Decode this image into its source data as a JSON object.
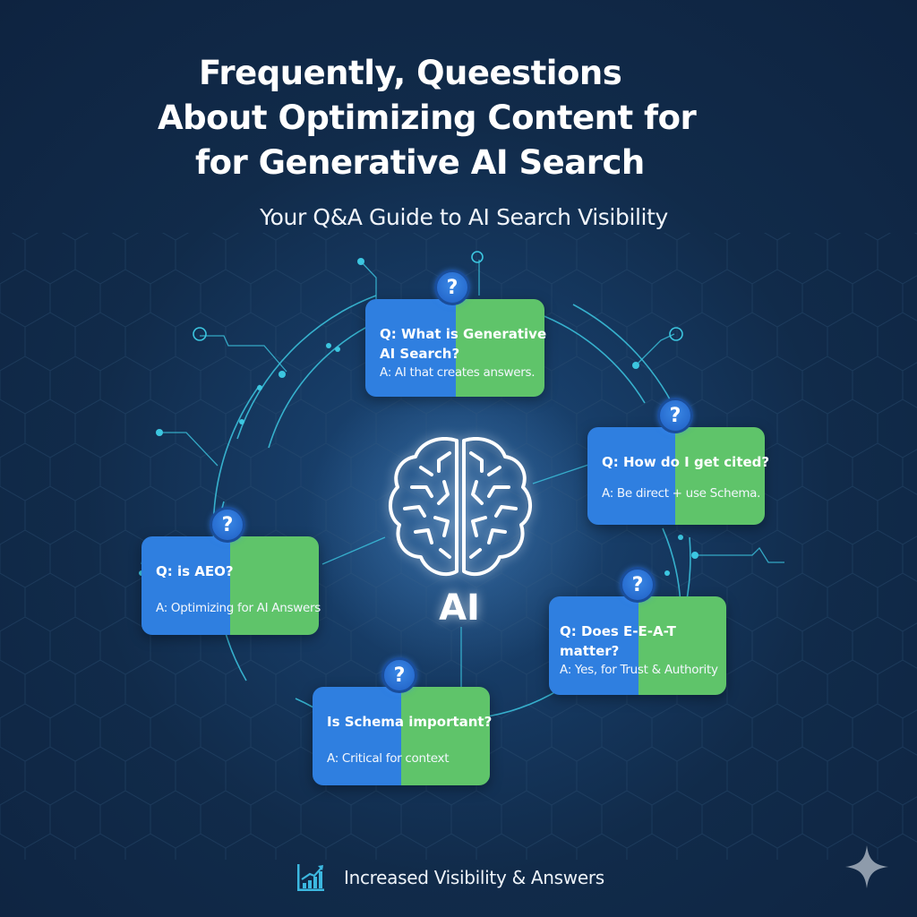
{
  "header": {
    "title_lines": [
      "Frequently, Queestions",
      "About Optimizing Content for",
      "for Generative AI Search"
    ],
    "subtitle": "Your Q&A Guide to AI Search Visibility"
  },
  "center": {
    "icon": "brain-icon",
    "label": "AI"
  },
  "colors": {
    "background": "#112b4a",
    "card_blue": "#2f7fe0",
    "card_green": "#5fc46a",
    "circuit_cyan": "#3cc6e0",
    "badge_blue": "#2a6fd6"
  },
  "faq_cards": [
    {
      "badge": "?",
      "question_lines": [
        "Q: What is Generative",
        "AI Search?"
      ],
      "answer": "A: AI that creates answers."
    },
    {
      "badge": "?",
      "question_lines": [
        "Q: How do I get cited?"
      ],
      "answer": "A: Be direct + use Schema."
    },
    {
      "badge": "?",
      "question_lines": [
        "Q: is AEO?"
      ],
      "answer": "A: Optimizing for AI Answers"
    },
    {
      "badge": "?",
      "question_lines": [
        "Q: Does E-E-A-T",
        "matter?"
      ],
      "answer": "A: Yes, for Trust & Authority"
    },
    {
      "badge": "?",
      "question_lines": [
        "Is Schema  important?"
      ],
      "answer": "A: Critical for context"
    }
  ],
  "footer": {
    "icon": "chart-growth-icon",
    "text": "Increased Visibility & Answers"
  },
  "corner_icon": "sparkle-icon"
}
